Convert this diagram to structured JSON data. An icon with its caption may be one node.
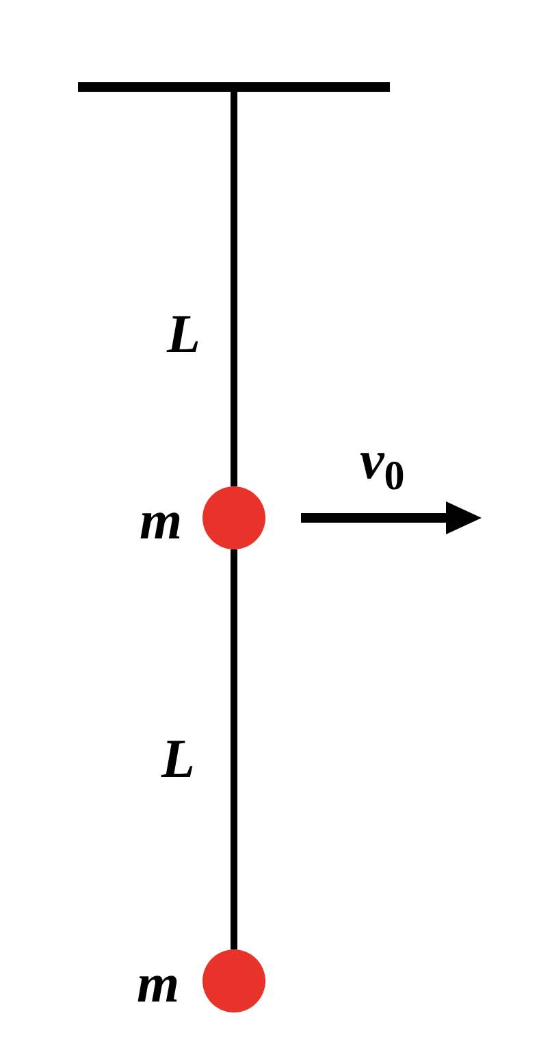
{
  "diagram": {
    "nodes": [
      {
        "text": [],
        "shape": "bar"
      },
      {
        "text": [],
        "shape": "circle",
        "beside": [
          "m"
        ]
      },
      {
        "text": [],
        "shape": "circle",
        "beside": [
          "m"
        ]
      }
    ],
    "edges": [
      {
        "from": 0,
        "to": 1,
        "arrow": "none",
        "label": "L"
      },
      {
        "from": 1,
        "to": 2,
        "arrow": "none",
        "label": "L"
      }
    ],
    "labels": [
      "*v*$_{0}$"
    ]
  }
}
